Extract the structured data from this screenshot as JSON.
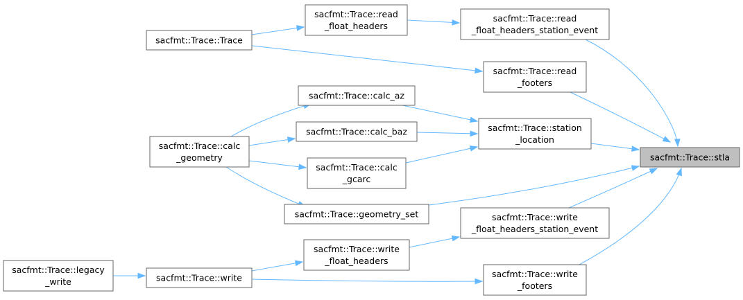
{
  "graph": {
    "kind": "caller graph",
    "target": "stla",
    "nodes": [
      {
        "id": "stla",
        "lines": [
          "sacfmt::Trace::stla"
        ],
        "target": true
      },
      {
        "id": "read_fhse",
        "lines": [
          "sacfmt::Trace::read",
          "_float_headers_station_event"
        ]
      },
      {
        "id": "read_fh",
        "lines": [
          "sacfmt::Trace::read",
          "_float_headers"
        ]
      },
      {
        "id": "trace",
        "lines": [
          "sacfmt::Trace::Trace"
        ]
      },
      {
        "id": "read_footers",
        "lines": [
          "sacfmt::Trace::read",
          "_footers"
        ]
      },
      {
        "id": "station_loc",
        "lines": [
          "sacfmt::Trace::station",
          "_location"
        ]
      },
      {
        "id": "calc_az",
        "lines": [
          "sacfmt::Trace::calc_az"
        ]
      },
      {
        "id": "calc_baz",
        "lines": [
          "sacfmt::Trace::calc_baz"
        ]
      },
      {
        "id": "calc_geom",
        "lines": [
          "sacfmt::Trace::calc",
          "_geometry"
        ]
      },
      {
        "id": "calc_gcarc",
        "lines": [
          "sacfmt::Trace::calc",
          "_gcarc"
        ]
      },
      {
        "id": "geom_set",
        "lines": [
          "sacfmt::Trace::geometry_set"
        ]
      },
      {
        "id": "write_fhse",
        "lines": [
          "sacfmt::Trace::write",
          "_float_headers_station_event"
        ]
      },
      {
        "id": "write_fh",
        "lines": [
          "sacfmt::Trace::write",
          "_float_headers"
        ]
      },
      {
        "id": "legacy_write",
        "lines": [
          "sacfmt::Trace::legacy",
          "_write"
        ]
      },
      {
        "id": "write",
        "lines": [
          "sacfmt::Trace::write"
        ]
      },
      {
        "id": "write_footers",
        "lines": [
          "sacfmt::Trace::write",
          "_footers"
        ]
      }
    ],
    "edges": [
      {
        "from": "read_fhse",
        "to": "stla"
      },
      {
        "from": "read_footers",
        "to": "stla"
      },
      {
        "from": "station_loc",
        "to": "stla"
      },
      {
        "from": "geom_set",
        "to": "stla"
      },
      {
        "from": "write_fhse",
        "to": "stla"
      },
      {
        "from": "write_footers",
        "to": "stla"
      },
      {
        "from": "read_fh",
        "to": "read_fhse"
      },
      {
        "from": "trace",
        "to": "read_fh"
      },
      {
        "from": "trace",
        "to": "read_footers"
      },
      {
        "from": "calc_az",
        "to": "station_loc"
      },
      {
        "from": "calc_baz",
        "to": "station_loc"
      },
      {
        "from": "calc_gcarc",
        "to": "station_loc"
      },
      {
        "from": "calc_geom",
        "to": "calc_az"
      },
      {
        "from": "calc_geom",
        "to": "calc_baz"
      },
      {
        "from": "calc_geom",
        "to": "calc_gcarc"
      },
      {
        "from": "calc_geom",
        "to": "geom_set"
      },
      {
        "from": "write_fh",
        "to": "write_fhse"
      },
      {
        "from": "write",
        "to": "write_fh"
      },
      {
        "from": "write",
        "to": "write_footers"
      },
      {
        "from": "legacy_write",
        "to": "write"
      }
    ],
    "colors": {
      "edge": "#63b8ff",
      "node_border": "#666666",
      "target_fill": "#bfbfbf",
      "node_fill": "#ffffff"
    }
  }
}
